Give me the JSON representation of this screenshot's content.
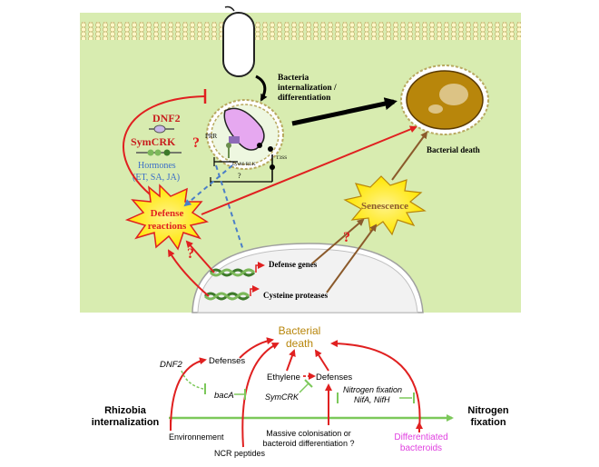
{
  "top_panel": {
    "bacteria_internalization": "Bacteria",
    "internalization_line": "internalization /",
    "differentiation_line": "differentiation",
    "bacterial_death": "Bacterial death",
    "dnf2": "DNF2",
    "symcrk": "SymCRK",
    "hormones": "Hormones",
    "hormones_list": "(ET, SA, JA)",
    "prr": "PRR",
    "lysm_rlk": "LysM-RLK",
    "t3ss": "T3SS",
    "defense_reactions_1": "Defense",
    "defense_reactions_2": "reactions",
    "senescence": "Senescence",
    "defense_genes": "Defense genes",
    "cysteine_proteases": "Cysteine proteases",
    "question_mark": "?",
    "small_q": "?",
    "colors": {
      "background_green": "#d8ecb0",
      "red": "#e02020",
      "brown": "#8b5a2b",
      "blue_dashed": "#4a7ec8",
      "yellow_burst": "#ffe600"
    }
  },
  "bottom_panel": {
    "bacterial_death_1": "Bacterial",
    "bacterial_death_2": "death",
    "rhizobia_1": "Rhizobia",
    "rhizobia_2": "internalization",
    "nitrogen_1": "Nitrogen",
    "nitrogen_2": "fixation",
    "dnf2": "DNF2",
    "defenses_left": "Defenses",
    "baca": "bacA",
    "ethylene": "Ethylene",
    "defenses_mid": "Defenses",
    "symcrk": "SymCRK",
    "nitrogen_fixation_1": "Nitrogen fixation",
    "nitrogen_fixation_2": "NifA, NifH",
    "environment": "Environnement",
    "ncr_peptides": "NCR peptides",
    "massive_1": "Massive colonisation or",
    "massive_2": "bacteroid differentiation ?",
    "differentiated_1": "Differentiated",
    "differentiated_2": "bacteroids",
    "colors": {
      "red": "#e02020",
      "green": "#7cc85a",
      "death": "#b8860b",
      "magenta": "#e040e0"
    }
  }
}
